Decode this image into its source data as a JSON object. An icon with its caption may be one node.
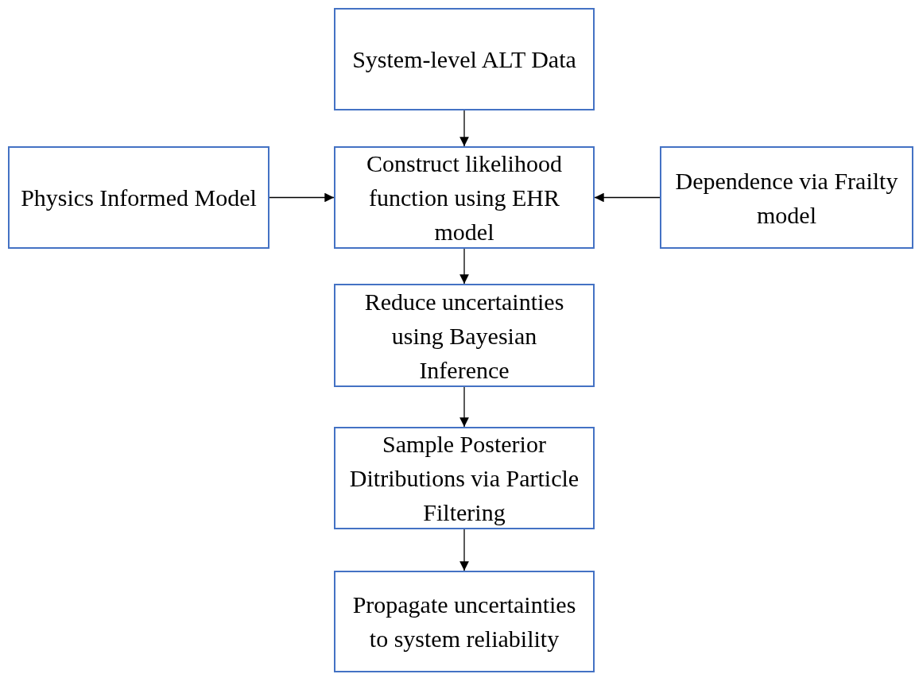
{
  "diagram": {
    "nodes": [
      {
        "text": [
          "System-level ALT Data"
        ]
      },
      {
        "text": [
          "Physics Informed Model"
        ]
      },
      {
        "text": [
          "Construct likelihood function using EHR model"
        ]
      },
      {
        "text": [
          "Dependence via Frailty model"
        ]
      },
      {
        "text": [
          "Reduce uncertainties using Bayesian Inference"
        ]
      },
      {
        "text": [
          "Sample Posterior Ditributions via Particle Filtering"
        ]
      },
      {
        "text": [
          "Propagate uncertainties to system reliability"
        ]
      }
    ],
    "edges": [
      {
        "from": 0,
        "to": 2,
        "arrow": "to"
      },
      {
        "from": 1,
        "to": 2,
        "arrow": "to"
      },
      {
        "from": 3,
        "to": 2,
        "arrow": "to"
      },
      {
        "from": 2,
        "to": 4,
        "arrow": "to"
      },
      {
        "from": 4,
        "to": 5,
        "arrow": "to"
      },
      {
        "from": 5,
        "to": 6,
        "arrow": "to"
      }
    ]
  }
}
